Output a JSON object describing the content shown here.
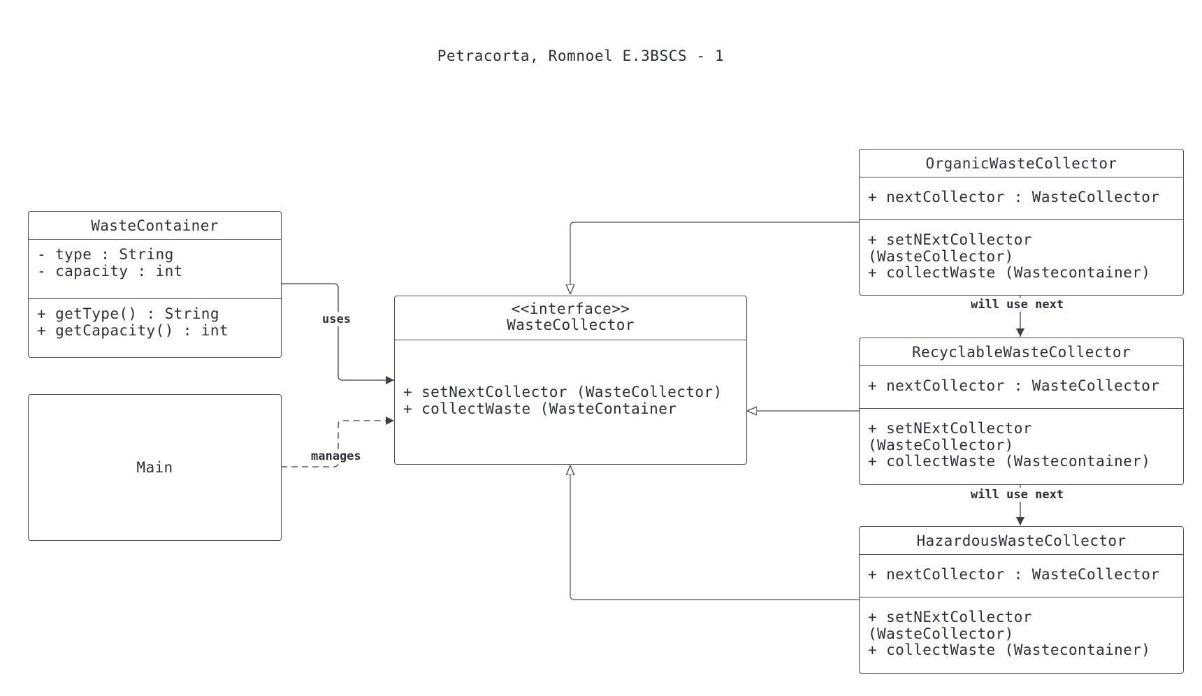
{
  "diagram_title": "Petracorta, Romnoel E.3BSCS - 1",
  "classes": {
    "waste_container": {
      "name": "WasteContainer",
      "attributes": [
        "- type : String",
        "- capacity : int"
      ],
      "methods": [
        "+ getType() : String",
        "+ getCapacity() : int"
      ]
    },
    "main": {
      "name": "Main"
    },
    "waste_collector": {
      "stereotype": "<<interface>>",
      "name": "WasteCollector",
      "methods": [
        "+ setNextCollector (WasteCollector)",
        "+ collectWaste (WasteContainer"
      ]
    },
    "organic": {
      "name": "OrganicWasteCollector",
      "attributes": [
        "+ nextCollector : WasteCollector"
      ],
      "methods": [
        "+ setNExtCollector",
        "(WasteCollector)",
        "+ collectWaste (Wastecontainer)"
      ]
    },
    "recyclable": {
      "name": "RecyclableWasteCollector",
      "attributes": [
        "+ nextCollector : WasteCollector"
      ],
      "methods": [
        "+ setNExtCollector",
        "(WasteCollector)",
        "+ collectWaste (Wastecontainer)"
      ]
    },
    "hazardous": {
      "name": "HazardousWasteCollector",
      "attributes": [
        "+ nextCollector : WasteCollector"
      ],
      "methods": [
        "+ setNExtCollector",
        "(WasteCollector)",
        "+ collectWaste (Wastecontainer)"
      ]
    }
  },
  "relationships": {
    "uses": "uses",
    "manages": "manages",
    "next_1": "will use next",
    "next_2": "will use next"
  }
}
